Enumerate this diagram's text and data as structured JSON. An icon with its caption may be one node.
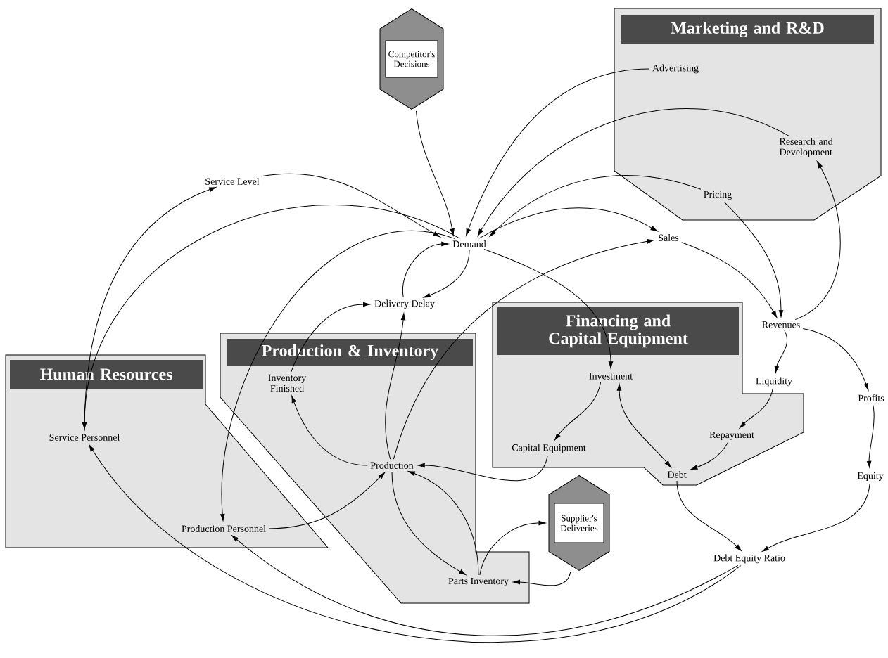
{
  "diagram": {
    "nodes": [
      {
        "text": [
          "Marketing and R&D"
        ]
      },
      {
        "text": [
          "Advertising"
        ],
        "in": 0
      },
      {
        "text": [
          "Research and Development"
        ],
        "in": 0
      },
      {
        "text": [
          "Pricing"
        ],
        "in": 0
      },
      {
        "text": [
          "Competitor's Decisions"
        ]
      },
      {
        "text": [
          "Service Level"
        ]
      },
      {
        "text": [
          "Demand"
        ]
      },
      {
        "text": [
          "Sales"
        ]
      },
      {
        "text": [
          "Delivery Delay"
        ]
      },
      {
        "text": [
          "Revenues"
        ]
      },
      {
        "text": [
          "Financing and Capital Equipment"
        ]
      },
      {
        "text": [
          "Investment"
        ],
        "in": 10
      },
      {
        "text": [
          "Liquidity"
        ],
        "in": 10
      },
      {
        "text": [
          "Capital Equipment"
        ],
        "in": 10
      },
      {
        "text": [
          "Repayment"
        ],
        "in": 10
      },
      {
        "text": [
          "Debt"
        ],
        "in": 10
      },
      {
        "text": [
          "Human Resources"
        ]
      },
      {
        "text": [
          "Service Personnel"
        ],
        "in": 16
      },
      {
        "text": [
          "Production Personnel"
        ],
        "in": 16
      },
      {
        "text": [
          "Production & Inventory"
        ]
      },
      {
        "text": [
          "Inventory Finished"
        ],
        "in": 19
      },
      {
        "text": [
          "Production"
        ],
        "in": 19
      },
      {
        "text": [
          "Parts Inventory"
        ],
        "in": 19
      },
      {
        "text": [
          "Supplier's Deliveries"
        ]
      },
      {
        "text": [
          "Profits"
        ]
      },
      {
        "text": [
          "Equity"
        ]
      },
      {
        "text": [
          "Debt Equity Ratio"
        ]
      }
    ],
    "edges": [
      {
        "from": 4,
        "to": 6,
        "arrow": "to"
      },
      {
        "from": 1,
        "to": 6,
        "arrow": "to"
      },
      {
        "from": 2,
        "to": 6,
        "arrow": "to"
      },
      {
        "from": 3,
        "to": 6,
        "arrow": "to"
      },
      {
        "from": 5,
        "to": 6,
        "arrow": "to"
      },
      {
        "from": 17,
        "to": 5,
        "arrow": "to"
      },
      {
        "from": 6,
        "to": 17,
        "arrow": "to"
      },
      {
        "from": 6,
        "to": 18,
        "arrow": "to"
      },
      {
        "from": 18,
        "to": 21,
        "arrow": "to"
      },
      {
        "from": 6,
        "to": 8,
        "arrow": "to"
      },
      {
        "from": 8,
        "to": 6,
        "arrow": "to"
      },
      {
        "from": 6,
        "to": 7,
        "arrow": "to"
      },
      {
        "from": 21,
        "to": 7,
        "arrow": "to"
      },
      {
        "from": 21,
        "to": 8,
        "arrow": "to"
      },
      {
        "from": 20,
        "to": 8,
        "arrow": "to"
      },
      {
        "from": 21,
        "to": 20,
        "arrow": "to"
      },
      {
        "from": 6,
        "to": 11,
        "arrow": "to"
      },
      {
        "from": 7,
        "to": 9,
        "arrow": "to"
      },
      {
        "from": 3,
        "to": 9,
        "arrow": "to"
      },
      {
        "from": 9,
        "to": 2,
        "arrow": "to"
      },
      {
        "from": 9,
        "to": 12,
        "arrow": "to"
      },
      {
        "from": 9,
        "to": 24,
        "arrow": "to"
      },
      {
        "from": 24,
        "to": 25,
        "arrow": "to"
      },
      {
        "from": 25,
        "to": 26,
        "arrow": "to"
      },
      {
        "from": 15,
        "to": 26,
        "arrow": "to"
      },
      {
        "from": 12,
        "to": 14,
        "arrow": "to"
      },
      {
        "from": 14,
        "to": 15,
        "arrow": "to"
      },
      {
        "from": 11,
        "to": 13,
        "arrow": "to"
      },
      {
        "from": 11,
        "to": 15,
        "arrow": "both"
      },
      {
        "from": 13,
        "to": 21,
        "arrow": "to"
      },
      {
        "from": 21,
        "to": 22,
        "arrow": "to"
      },
      {
        "from": 22,
        "to": 21,
        "arrow": "to"
      },
      {
        "from": 22,
        "to": 23,
        "arrow": "to"
      },
      {
        "from": 23,
        "to": 22,
        "arrow": "to"
      },
      {
        "from": 26,
        "to": 18,
        "arrow": "to"
      },
      {
        "from": 26,
        "to": 17,
        "arrow": "to"
      }
    ]
  }
}
